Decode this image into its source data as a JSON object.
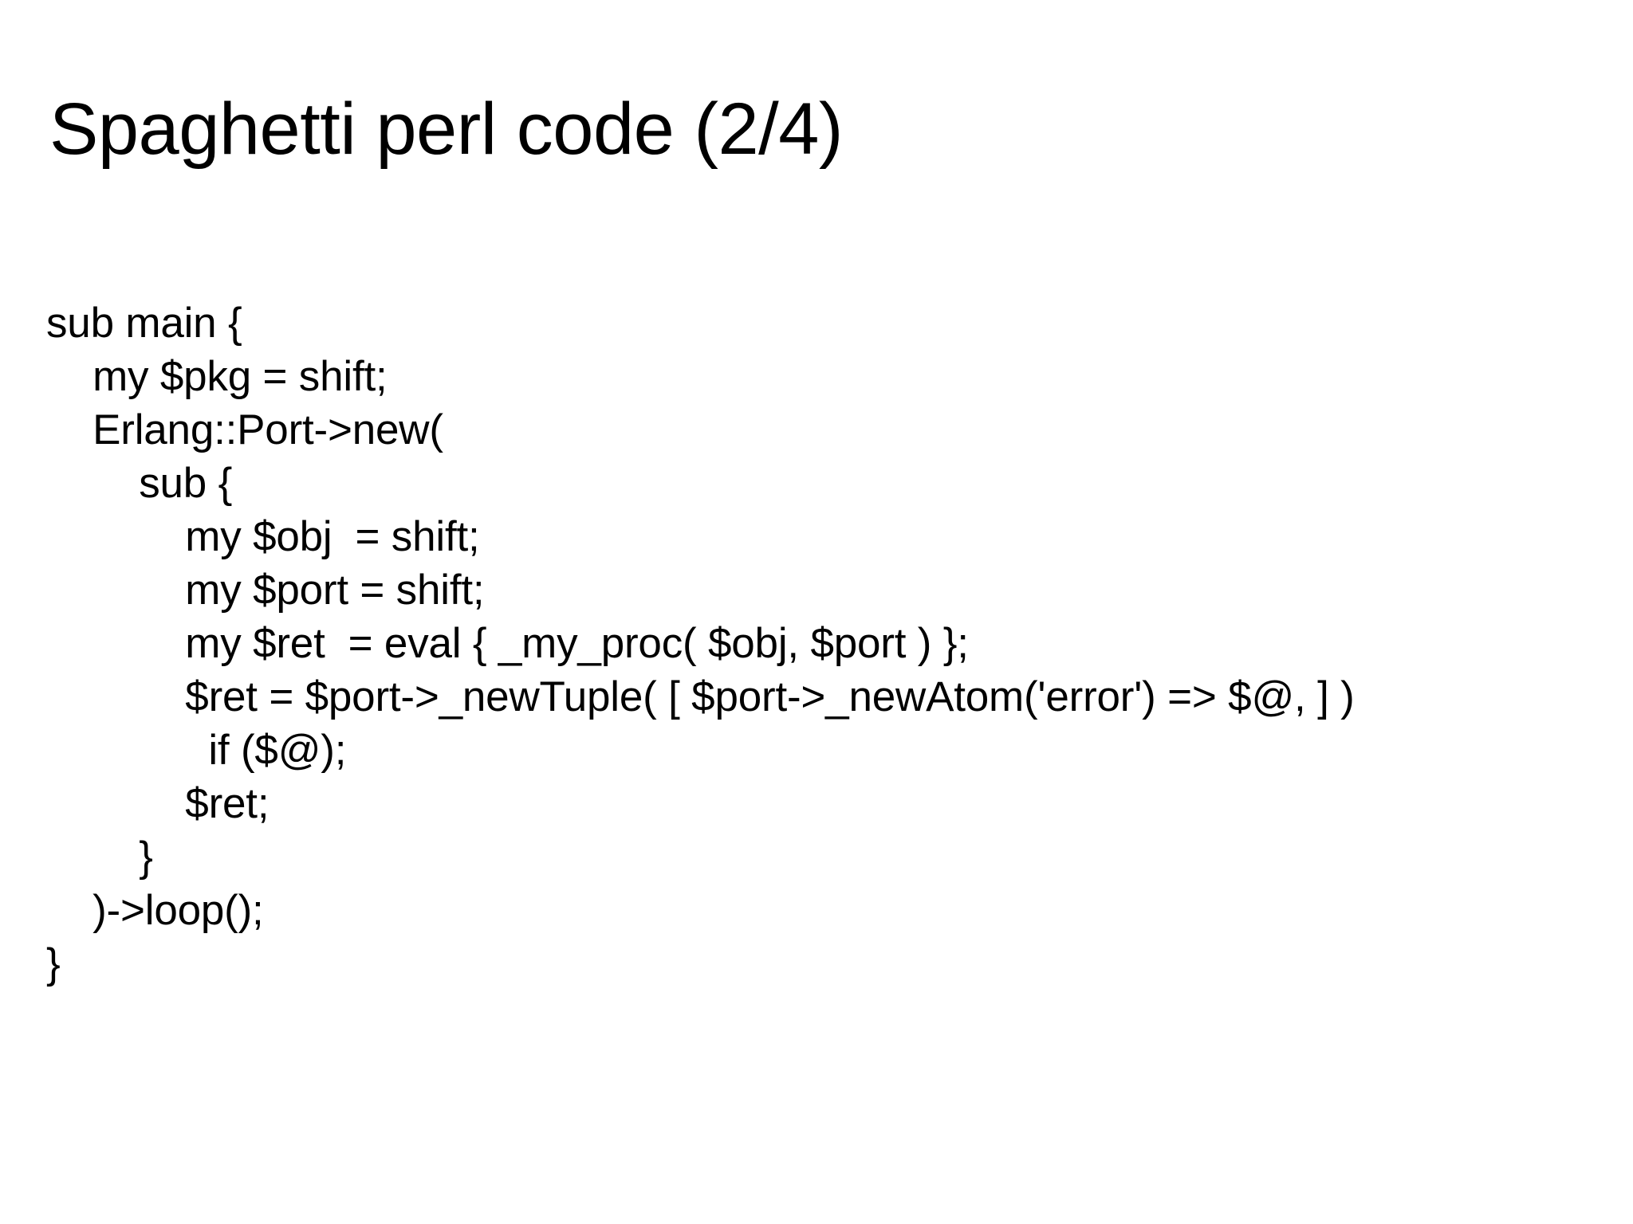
{
  "slide": {
    "title": "Spaghetti perl code (2/4)",
    "background_color": "#ffffff",
    "text_color": "#000000",
    "code_lines": [
      "sub main {",
      "    my $pkg = shift;",
      "    Erlang::Port->new(",
      "        sub {",
      "            my $obj  = shift;",
      "            my $port = shift;",
      "            my $ret  = eval { _my_proc( $obj, $port ) };",
      "            $ret = $port->_newTuple( [ $port->_newAtom('error') => $@, ] )",
      "              if ($@);",
      "            $ret;",
      "        }",
      "    )->loop();",
      "}"
    ]
  }
}
